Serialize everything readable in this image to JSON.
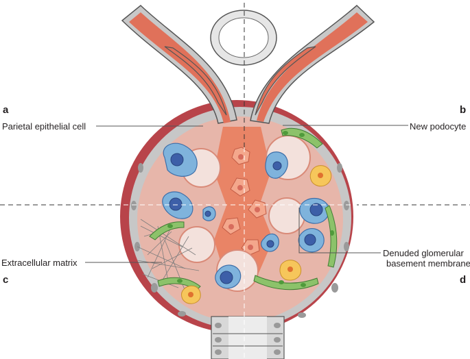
{
  "labels": {
    "parietal_epithelial_cell": "Parietal epithelial cell",
    "new_podocyte": "New podocyte",
    "extracellular_matrix": "Extracellular matrix",
    "denuded_gbm_line1": "Denuded glomerular",
    "denuded_gbm_line2": "basement membrane"
  },
  "panels": {
    "a": "a",
    "b": "b",
    "c": "c",
    "d": "d"
  },
  "colors": {
    "capsule_red": "#b8444a",
    "glomerulus_pink": "#e7b6aa",
    "vessel_orange": "#e0715a",
    "podocyte_blue": "#7fb3dc",
    "nucleus_blue": "#3d5fa8",
    "mesangial_orange": "#e98466",
    "capillary_lumen": "#f3e1dc",
    "parietal_gray": "#b9b9b9",
    "new_podocyte_green": "#8cc26a",
    "macrophage_yellow": "#f6c65b"
  }
}
